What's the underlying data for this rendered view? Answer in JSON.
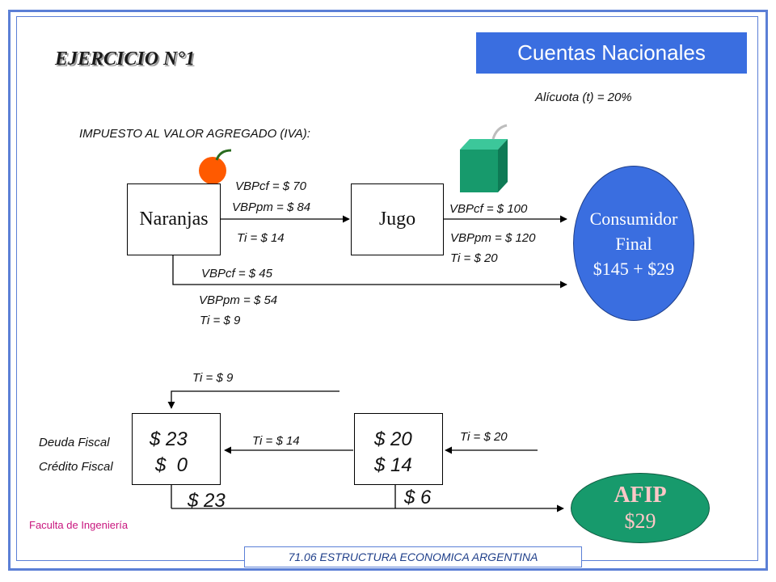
{
  "header": {
    "title": "Cuentas Nacionales",
    "exercise": "EJERCICIO N°1",
    "rate": "Alícuota (t) = 20%",
    "subtitle": "IMPUESTO AL VALOR AGREGADO (IVA):"
  },
  "nodes": {
    "naranjas": "Naranjas",
    "jugo": "Jugo",
    "consumidor": {
      "line1": "Consumidor",
      "line2": "Final",
      "line3": "$145 + $29"
    }
  },
  "flows": {
    "naranjas_jugo": {
      "vbpcf": "VBPcf = $ 70",
      "vbppm": "VBPpm = $ 84",
      "ti": "Ti = $ 14"
    },
    "jugo_cf": {
      "vbpcf": "VBPcf = $ 100",
      "vbppm": "VBPpm = $ 120",
      "ti": "Ti = $ 20"
    },
    "naranjas_cf": {
      "vbpcf": "VBPcf = $ 45",
      "vbppm": "VBPpm = $ 54",
      "ti": "Ti = $ 9"
    }
  },
  "fiscal": {
    "ti_in_left": "Ti = $ 9",
    "ti_between": "Ti = $ 14",
    "ti_in_right": "Ti = $ 20",
    "deuda_label": "Deuda Fiscal",
    "credito_label": "Crédito Fiscal",
    "left_debt": "$ 23",
    "left_credit": "$  0",
    "right_debt": "$ 20",
    "right_credit": "$ 14",
    "left_out": "$ 23",
    "right_out": "$ 6"
  },
  "afip": {
    "title": "AFIP",
    "amount": "$29"
  },
  "footer": {
    "faculty": "Faculta de Ingeniería",
    "course": "71.06 ESTRUCTURA ECONOMICA ARGENTINA"
  },
  "colors": {
    "title_bg": "#3a6ee0",
    "consumer_bg": "#3a6ee0",
    "afip_bg": "#179a6c",
    "afip_text": "#ffc7c7",
    "frame": "#5b7fd6",
    "orange": "#ff5a00",
    "juice_box": "#179a6c",
    "footer_text": "#c8167e"
  },
  "icons": [
    "orange-icon",
    "juice-box-icon"
  ]
}
